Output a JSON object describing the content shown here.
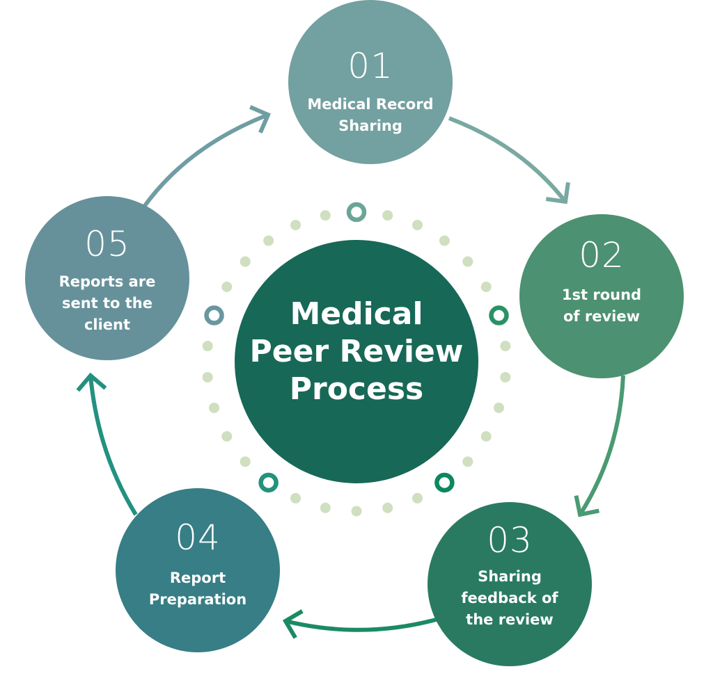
{
  "title": {
    "lines": [
      "Medical",
      "Peer Review",
      "Process"
    ]
  },
  "steps": [
    {
      "number": "01",
      "lines": [
        "Medical Record",
        "Sharing"
      ],
      "color": "#73a0a0"
    },
    {
      "number": "02",
      "lines": [
        "1st round",
        "of review"
      ],
      "color": "#4c9171"
    },
    {
      "number": "03",
      "lines": [
        "Sharing",
        "feedback of",
        "the review"
      ],
      "color": "#2a7a62"
    },
    {
      "number": "04",
      "lines": [
        "Report",
        "Preparation"
      ],
      "color": "#377e86"
    },
    {
      "number": "05",
      "lines": [
        "Reports are",
        "sent to the",
        "client"
      ],
      "color": "#66919a"
    }
  ],
  "colors": {
    "center": "#176857",
    "dot": "#cfdfbf",
    "arrows": [
      "#79a9a1",
      "#4a9a73",
      "#1b8a62",
      "#239180",
      "#6f9da3"
    ],
    "rings": [
      "#6aa597",
      "#2a9166",
      "#0d875f",
      "#22927c",
      "#6897a0"
    ]
  }
}
